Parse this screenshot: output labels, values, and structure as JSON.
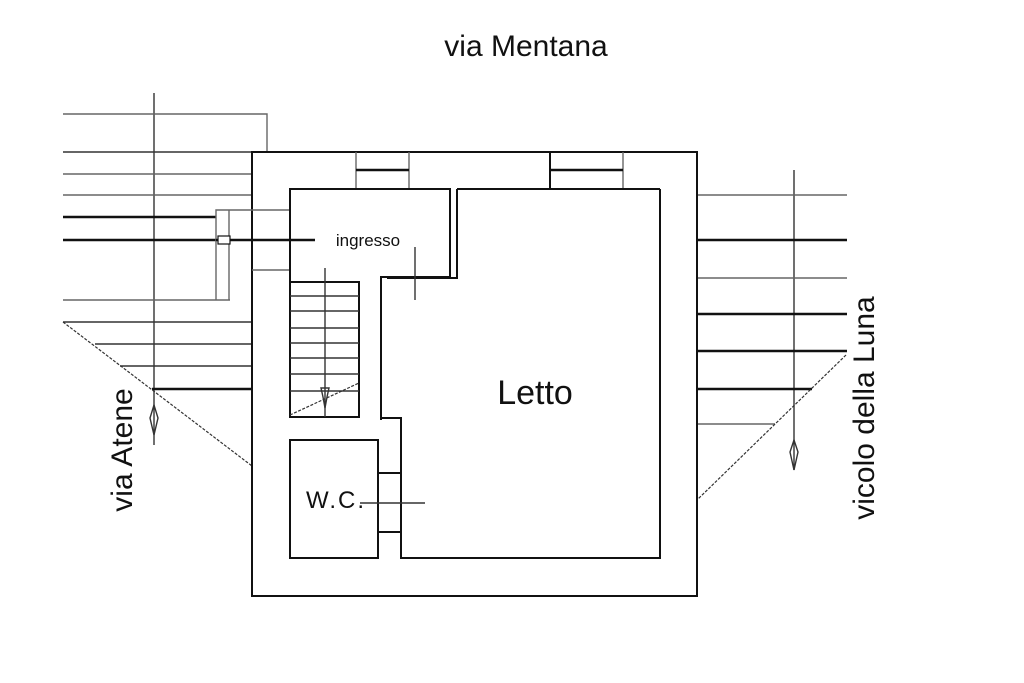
{
  "plan": {
    "type": "floor-plan",
    "streets": {
      "north": "via Mentana",
      "west": "via Atene",
      "east": "vicolo della Luna"
    },
    "rooms": [
      {
        "id": "ingresso",
        "label": "ingresso"
      },
      {
        "id": "letto",
        "label": "Letto"
      },
      {
        "id": "wc",
        "label": "W.C."
      }
    ],
    "features": [
      "staircase",
      "entrance-door",
      "north-windows",
      "wc-window",
      "slope-arrows"
    ],
    "colors": {
      "line": "#111111",
      "background": "#ffffff"
    }
  }
}
